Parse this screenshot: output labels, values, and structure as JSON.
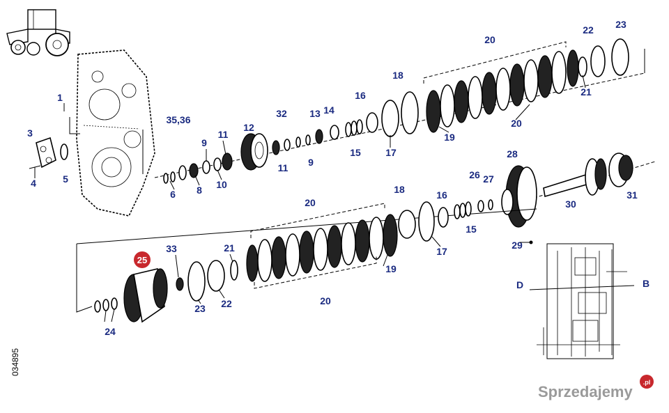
{
  "drawing_code": "034895",
  "watermark": "Sprzedajemy",
  "watermark_suffix": ".pl",
  "highlighted_part": "25",
  "shaft_side_labels": {
    "left": "D",
    "right": "B"
  },
  "callouts": {
    "c1": "1",
    "c3": "3",
    "c4": "4",
    "c5": "5",
    "c6": "6",
    "c8": "8",
    "c9a": "9",
    "c9b": "9",
    "c10": "10",
    "c11a": "11",
    "c11b": "11",
    "c12": "12",
    "c13": "13",
    "c14": "14",
    "c15a": "15",
    "c15b": "15",
    "c16a": "16",
    "c16b": "16",
    "c17a": "17",
    "c17b": "17",
    "c18a": "18",
    "c18b": "18",
    "c19a": "19",
    "c19b": "19",
    "c20a": "20",
    "c20b": "20",
    "c20c": "20",
    "c20d": "20",
    "c21a": "21",
    "c21b": "21",
    "c22a": "22",
    "c22b": "22",
    "c23a": "23",
    "c23b": "23",
    "c24": "24",
    "c26": "26",
    "c27": "27",
    "c28": "28",
    "c29": "29",
    "c30": "30",
    "c31": "31",
    "c32": "32",
    "c33": "33",
    "c3536": "35,36"
  }
}
